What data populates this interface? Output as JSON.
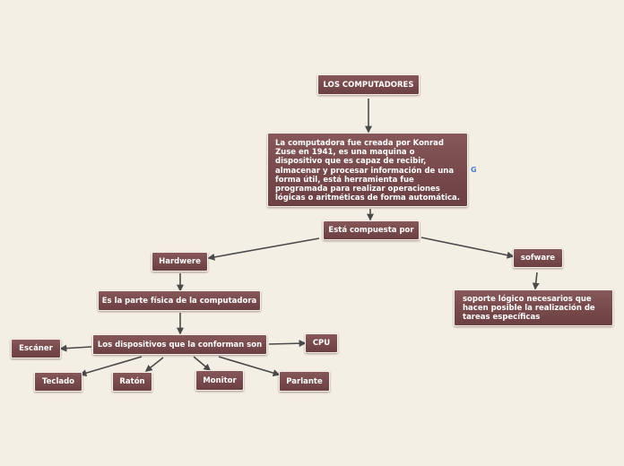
{
  "nodes": {
    "root": "LOS COMPUTADORES",
    "definition": "La computadora fue creada por  Konrad Zuse en 1941, es una maquina o dispositivo que es capaz de recibir, almacenar y procesar información de una forma útil, está herramienta fue programada para realizar operaciones lógicas o aritméticas de forma automática.",
    "compuesta": "Está compuesta por",
    "hardware": "Hardwere",
    "software": "sofware",
    "fisica": "Es la parte física de la computadora",
    "software_desc": "soporte lógico necesarios que hacen posible la realización de tareas específicas",
    "dispositivos": "Los dispositivos que la conforman son",
    "escaner": "Escáner",
    "cpu": "CPU",
    "teclado": "Teclado",
    "raton": "Ratón",
    "monitor": "Monitor",
    "parlante": "Parlante"
  },
  "definition_icon": "google-g-icon",
  "colors": {
    "node_fill": "#77494b",
    "connector": "#4a4a4a",
    "background": "#f4efe4"
  }
}
